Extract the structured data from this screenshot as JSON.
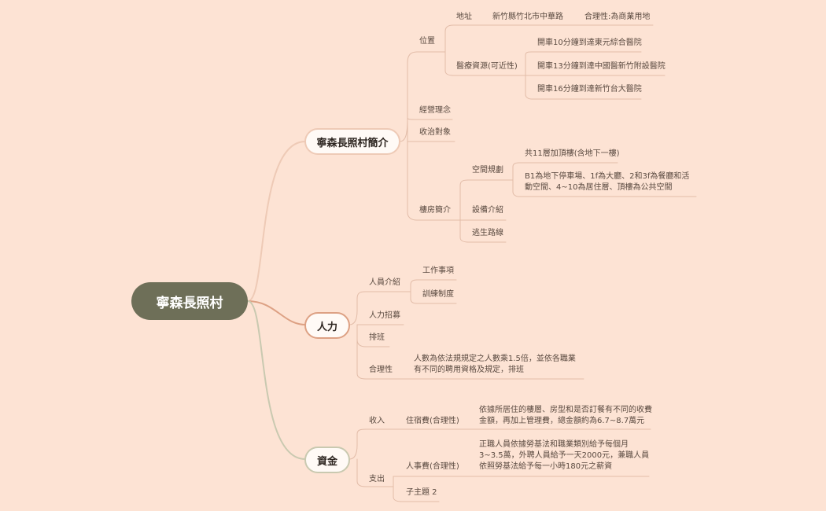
{
  "root": "寧森長照村",
  "colors": {
    "background": "#fde3d4",
    "root": "#6e6f58",
    "branch1": "#eecab6",
    "branch2": "#dda184",
    "branch3": "#c9c9b0",
    "line": "#e2bca8"
  },
  "branch1": {
    "title": "寧森長照村簡介",
    "location": {
      "label": "位置",
      "address_label": "地址",
      "address": "新竹縣竹北市中華路",
      "address_note": "合理性:為商業用地",
      "medical_label": "醫療資源(可近性)",
      "medical": [
        "開車10分鐘到達東元綜合醫院",
        "開車13分鐘到達中國醫新竹附設醫院",
        "開車16分鐘到達新竹台大醫院"
      ]
    },
    "philosophy": "經營理念",
    "target": "收治對象",
    "building": {
      "label": "樓房簡介",
      "space_label": "空間規劃",
      "space_items": [
        "共11層加頂樓(含地下一樓)",
        "B1為地下停車場、1f為大廳、2和3f為餐廳和活動空間、4~10為居住層、頂樓為公共空間"
      ],
      "facilities": "設備介紹",
      "escape": "逃生路線"
    }
  },
  "branch2": {
    "title": "人力",
    "staff": {
      "label": "人員介紹",
      "items": [
        "工作事項",
        "訓練制度"
      ]
    },
    "recruit": "人力招募",
    "schedule": "排班",
    "reason_label": "合理性",
    "reason": "人數為依法規規定之人數乘1.5倍，並依各職業有不同的聘用資格及規定，排班"
  },
  "branch3": {
    "title": "資金",
    "income": {
      "label": "收入",
      "sub": "住宿費(合理性)",
      "detail": "依據所居住的樓層、房型和是否訂餐有不同的收費金額，再加上管理費，總金額約為6.7~8.7萬元"
    },
    "expense": {
      "label": "支出",
      "sub": "人事費(合理性)",
      "detail": "正職人員依據勞基法和職業類別給予每個月3~3.5萬，外聘人員給予一天2000元，兼職人員依照勞基法給予每一小時180元之薪資",
      "sub2": "子主題 2"
    }
  }
}
